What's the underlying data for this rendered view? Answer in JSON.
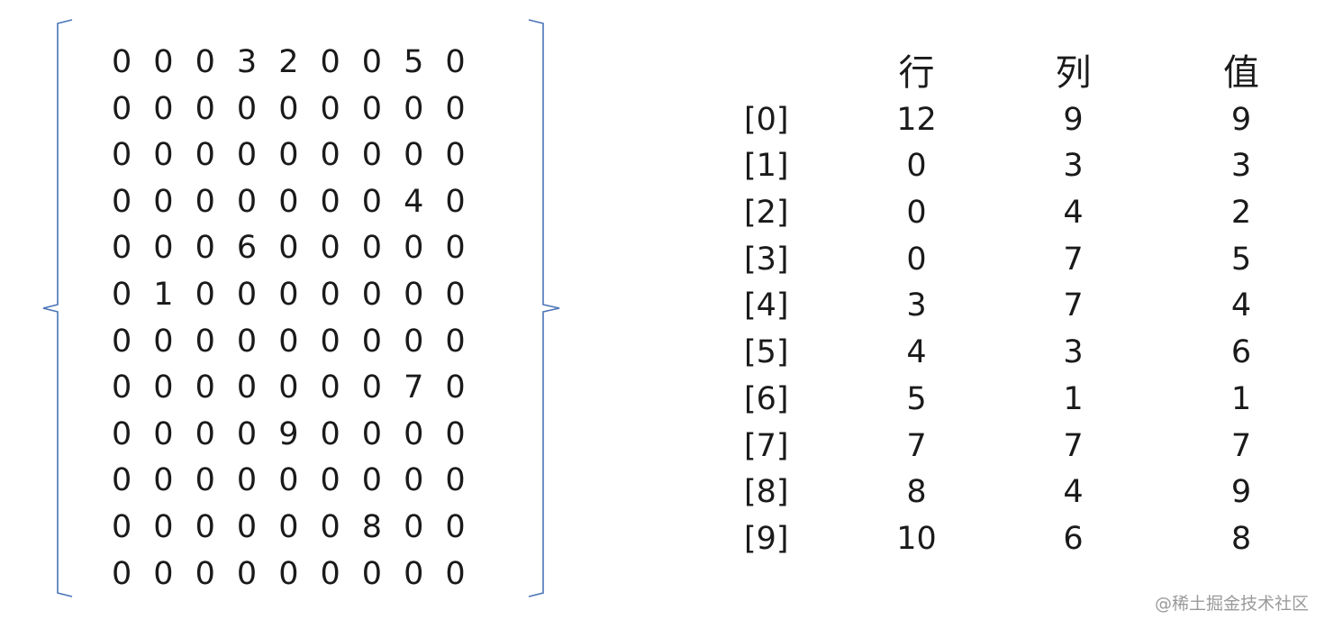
{
  "matrix": [
    [
      "0",
      "0",
      "0",
      "3",
      "2",
      "0",
      "0",
      "5",
      "0"
    ],
    [
      "0",
      "0",
      "0",
      "0",
      "0",
      "0",
      "0",
      "0",
      "0"
    ],
    [
      "0",
      "0",
      "0",
      "0",
      "0",
      "0",
      "0",
      "0",
      "0"
    ],
    [
      "0",
      "0",
      "0",
      "0",
      "0",
      "0",
      "0",
      "4",
      "0"
    ],
    [
      "0",
      "0",
      "0",
      "6",
      "0",
      "0",
      "0",
      "0",
      "0"
    ],
    [
      "0",
      "1",
      "0",
      "0",
      "0",
      "0",
      "0",
      "0",
      "0"
    ],
    [
      "0",
      "0",
      "0",
      "0",
      "0",
      "0",
      "0",
      "0",
      "0"
    ],
    [
      "0",
      "0",
      "0",
      "0",
      "0",
      "0",
      "0",
      "7",
      "0"
    ],
    [
      "0",
      "0",
      "0",
      "0",
      "9",
      "0",
      "0",
      "0",
      "0"
    ],
    [
      "0",
      "0",
      "0",
      "0",
      "0",
      "0",
      "0",
      "0",
      "0"
    ],
    [
      "0",
      "0",
      "0",
      "0",
      "0",
      "0",
      "8",
      "0",
      "0"
    ],
    [
      "0",
      "0",
      "0",
      "0",
      "0",
      "0",
      "0",
      "0",
      "0"
    ]
  ],
  "triple_table": {
    "headers": [
      "行",
      "列",
      "值"
    ],
    "rows": [
      {
        "index": "[0]",
        "row": "12",
        "col": "9",
        "value": "9"
      },
      {
        "index": "[1]",
        "row": "0",
        "col": "3",
        "value": "3"
      },
      {
        "index": "[2]",
        "row": "0",
        "col": "4",
        "value": "2"
      },
      {
        "index": "[3]",
        "row": "0",
        "col": "7",
        "value": "5"
      },
      {
        "index": "[4]",
        "row": "3",
        "col": "7",
        "value": "4"
      },
      {
        "index": "[5]",
        "row": "4",
        "col": "3",
        "value": "6"
      },
      {
        "index": "[6]",
        "row": "5",
        "col": "1",
        "value": "1"
      },
      {
        "index": "[7]",
        "row": "7",
        "col": "7",
        "value": "7"
      },
      {
        "index": "[8]",
        "row": "8",
        "col": "4",
        "value": "9"
      },
      {
        "index": "[9]",
        "row": "10",
        "col": "6",
        "value": "8"
      }
    ]
  },
  "watermark": "@稀土掘金技术社区",
  "colors": {
    "brace": "#4a74b8",
    "text": "#1a1a1a",
    "watermark": "#9a9a9a"
  }
}
